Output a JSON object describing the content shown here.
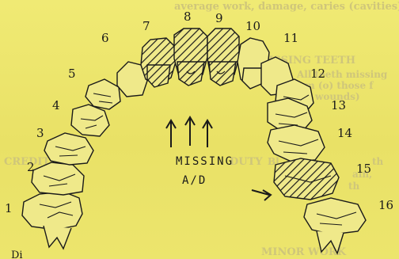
{
  "diagram": {
    "tooth_numbers": [
      "1",
      "2",
      "3",
      "4",
      "5",
      "6",
      "7",
      "8",
      "9",
      "10",
      "11",
      "12",
      "13",
      "14",
      "15",
      "16"
    ],
    "missing_label_line1": "MISSING",
    "missing_label_line2": "A/D",
    "missing_teeth": [
      "7",
      "8",
      "9"
    ],
    "bottom_caption": "Di",
    "hatch_color": "#1a1a1a"
  },
  "background_print": {
    "line1": "average work, damage, caries (cavities) of",
    "line2": "MISSING TEETH",
    "line3": "All teeth missing",
    "line4": "m (o) those f",
    "line5": "wounds)",
    "line6": "CREDITS",
    "line7": "DUTY",
    "line8": "Bl",
    "line9": "th",
    "line10": "ain,",
    "line11": "th",
    "line12": "MINOR WORK"
  }
}
